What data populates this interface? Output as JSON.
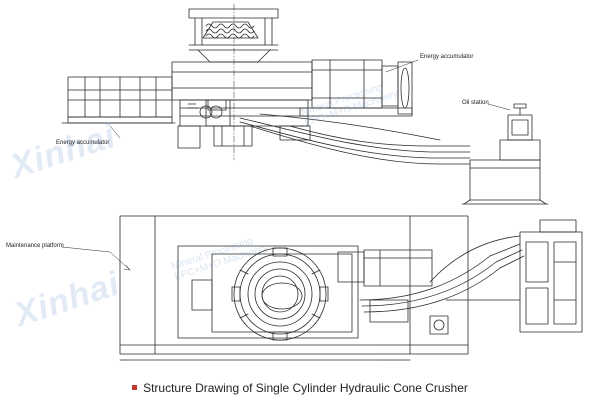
{
  "labels": {
    "energy_accumulator_top": "Energy accumulator",
    "energy_accumulator_left": "Energy accumulator",
    "oil_station": "Oil station",
    "maintenance_platform": "Maintenance platform"
  },
  "watermarks": [
    {
      "main": "Xinhai",
      "sub1": "Mineral Processing",
      "sub2": "EPC+M+O Machinery"
    },
    {
      "main": "Xinhai",
      "sub1": "Mineral Processing",
      "sub2": "EPC+M+O Machinery"
    }
  ],
  "caption": "Structure Drawing of Single Cylinder Hydraulic Cone Crusher",
  "colors": {
    "line": "#2a2a2a",
    "watermark": "#78a0d2",
    "bullet": "#c0392b"
  }
}
